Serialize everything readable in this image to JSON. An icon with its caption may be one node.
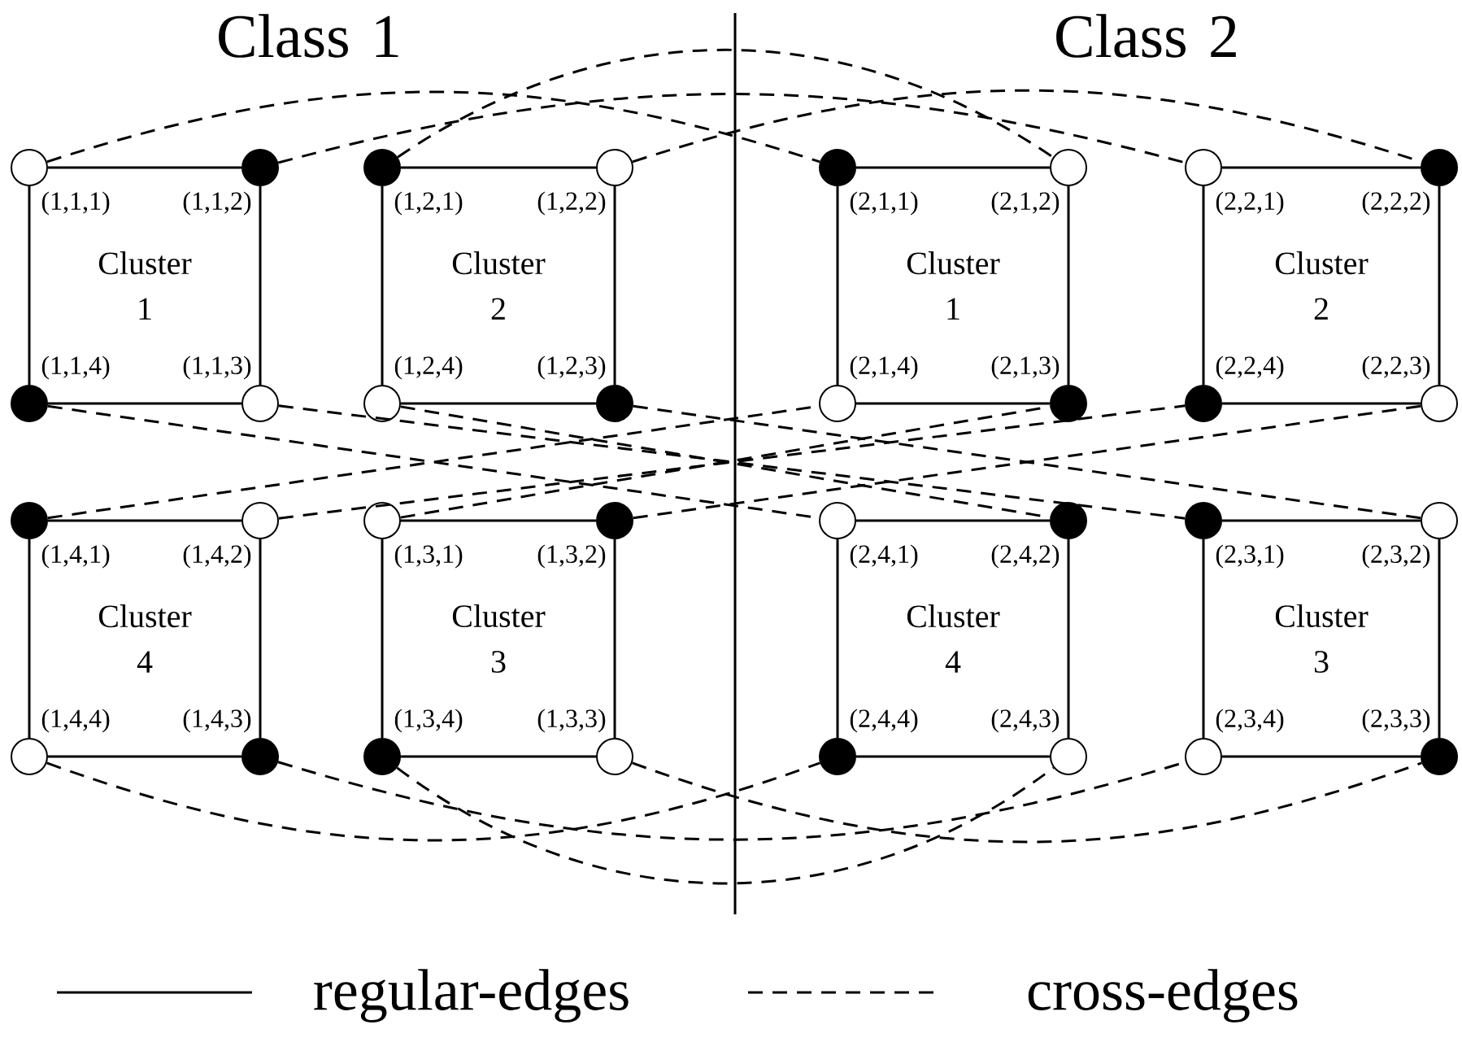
{
  "diagram": {
    "nodes": [
      {
        "text": [],
        "shape": "circle",
        "beside": [
          "(1,1,1)"
        ]
      },
      {
        "text": [],
        "shape": "circle",
        "beside": [
          "(1,1,2)"
        ]
      },
      {
        "text": [],
        "shape": "circle",
        "beside": [
          "(1,2,1)"
        ]
      },
      {
        "text": [],
        "shape": "circle",
        "beside": [
          "(1,2,2)"
        ]
      },
      {
        "text": [],
        "shape": "circle",
        "beside": [
          "(2,1,1)"
        ]
      },
      {
        "text": [],
        "shape": "circle",
        "beside": [
          "(2,1,2)"
        ]
      },
      {
        "text": [],
        "shape": "circle",
        "beside": [
          "(2,2,1)"
        ]
      },
      {
        "text": [],
        "shape": "circle",
        "beside": [
          "(2,2,2)"
        ]
      },
      {
        "text": [],
        "shape": "circle",
        "beside": [
          "(1,1,4)"
        ]
      },
      {
        "text": [],
        "shape": "circle",
        "beside": [
          "(1,1,3)"
        ]
      },
      {
        "text": [],
        "shape": "circle",
        "beside": [
          "(1,2,4)"
        ]
      },
      {
        "text": [],
        "shape": "circle",
        "beside": [
          "(1,2,3)"
        ]
      },
      {
        "text": [],
        "shape": "circle",
        "beside": [
          "(2,1,4)"
        ]
      },
      {
        "text": [],
        "shape": "circle",
        "beside": [
          "(2,1,3)"
        ]
      },
      {
        "text": [],
        "shape": "circle",
        "beside": [
          "(2,2,4)"
        ]
      },
      {
        "text": [],
        "shape": "circle",
        "beside": [
          "(2,2,3)"
        ]
      },
      {
        "text": [],
        "shape": "circle",
        "beside": [
          "(1,4,1)"
        ]
      },
      {
        "text": [],
        "shape": "circle",
        "beside": [
          "(1,4,2)"
        ]
      },
      {
        "text": [],
        "shape": "circle",
        "beside": [
          "(1,3,1)"
        ]
      },
      {
        "text": [],
        "shape": "circle",
        "beside": [
          "(1,3,2)"
        ]
      },
      {
        "text": [],
        "shape": "circle",
        "beside": [
          "(2,4,1)"
        ]
      },
      {
        "text": [],
        "shape": "circle",
        "beside": [
          "(2,4,2)"
        ]
      },
      {
        "text": [],
        "shape": "circle",
        "beside": [
          "(2,3,1)"
        ]
      },
      {
        "text": [],
        "shape": "circle",
        "beside": [
          "(2,3,2)"
        ]
      },
      {
        "text": [],
        "shape": "circle",
        "beside": [
          "(1,4,4)"
        ]
      },
      {
        "text": [],
        "shape": "circle",
        "beside": [
          "(1,4,3)"
        ]
      },
      {
        "text": [],
        "shape": "circle",
        "beside": [
          "(1,3,4)"
        ]
      },
      {
        "text": [],
        "shape": "circle",
        "beside": [
          "(1,3,3)"
        ]
      },
      {
        "text": [],
        "shape": "circle",
        "beside": [
          "(2,4,4)"
        ]
      },
      {
        "text": [],
        "shape": "circle",
        "beside": [
          "(2,4,3)"
        ]
      },
      {
        "text": [],
        "shape": "circle",
        "beside": [
          "(2,3,4)"
        ]
      },
      {
        "text": [],
        "shape": "circle",
        "beside": [
          "(2,3,3)"
        ]
      }
    ],
    "edges": [
      {
        "from": 0,
        "to": 1,
        "arrow": "none"
      },
      {
        "from": 1,
        "to": 9,
        "arrow": "none"
      },
      {
        "from": 9,
        "to": 8,
        "arrow": "none"
      },
      {
        "from": 8,
        "to": 0,
        "arrow": "none"
      },
      {
        "from": 2,
        "to": 3,
        "arrow": "none"
      },
      {
        "from": 3,
        "to": 11,
        "arrow": "none"
      },
      {
        "from": 11,
        "to": 10,
        "arrow": "none"
      },
      {
        "from": 10,
        "to": 2,
        "arrow": "none"
      },
      {
        "from": 4,
        "to": 5,
        "arrow": "none"
      },
      {
        "from": 5,
        "to": 13,
        "arrow": "none"
      },
      {
        "from": 13,
        "to": 12,
        "arrow": "none"
      },
      {
        "from": 12,
        "to": 4,
        "arrow": "none"
      },
      {
        "from": 6,
        "to": 7,
        "arrow": "none"
      },
      {
        "from": 7,
        "to": 15,
        "arrow": "none"
      },
      {
        "from": 15,
        "to": 14,
        "arrow": "none"
      },
      {
        "from": 14,
        "to": 6,
        "arrow": "none"
      },
      {
        "from": 16,
        "to": 17,
        "arrow": "none"
      },
      {
        "from": 17,
        "to": 25,
        "arrow": "none"
      },
      {
        "from": 25,
        "to": 24,
        "arrow": "none"
      },
      {
        "from": 24,
        "to": 16,
        "arrow": "none"
      },
      {
        "from": 18,
        "to": 19,
        "arrow": "none"
      },
      {
        "from": 19,
        "to": 27,
        "arrow": "none"
      },
      {
        "from": 27,
        "to": 26,
        "arrow": "none"
      },
      {
        "from": 26,
        "to": 18,
        "arrow": "none"
      },
      {
        "from": 20,
        "to": 21,
        "arrow": "none"
      },
      {
        "from": 21,
        "to": 29,
        "arrow": "none"
      },
      {
        "from": 29,
        "to": 28,
        "arrow": "none"
      },
      {
        "from": 28,
        "to": 20,
        "arrow": "none"
      },
      {
        "from": 22,
        "to": 23,
        "arrow": "none"
      },
      {
        "from": 23,
        "to": 31,
        "arrow": "none"
      },
      {
        "from": 31,
        "to": 30,
        "arrow": "none"
      },
      {
        "from": 30,
        "to": 22,
        "arrow": "none"
      },
      {
        "from": 0,
        "to": 4,
        "arrow": "none",
        "style": "dashed"
      },
      {
        "from": 1,
        "to": 6,
        "arrow": "none",
        "style": "dashed"
      },
      {
        "from": 2,
        "to": 5,
        "arrow": "none",
        "style": "dashed"
      },
      {
        "from": 3,
        "to": 7,
        "arrow": "none",
        "style": "dashed"
      },
      {
        "from": 8,
        "to": 20,
        "arrow": "none",
        "style": "dashed"
      },
      {
        "from": 9,
        "to": 22,
        "arrow": "none",
        "style": "dashed"
      },
      {
        "from": 10,
        "to": 21,
        "arrow": "none",
        "style": "dashed"
      },
      {
        "from": 11,
        "to": 23,
        "arrow": "none",
        "style": "dashed"
      },
      {
        "from": 16,
        "to": 12,
        "arrow": "none",
        "style": "dashed"
      },
      {
        "from": 17,
        "to": 14,
        "arrow": "none",
        "style": "dashed"
      },
      {
        "from": 18,
        "to": 13,
        "arrow": "none",
        "style": "dashed"
      },
      {
        "from": 19,
        "to": 15,
        "arrow": "none",
        "style": "dashed"
      },
      {
        "from": 24,
        "to": 28,
        "arrow": "none",
        "style": "dashed"
      },
      {
        "from": 25,
        "to": 30,
        "arrow": "none",
        "style": "dashed"
      },
      {
        "from": 26,
        "to": 29,
        "arrow": "none",
        "style": "dashed"
      },
      {
        "from": 27,
        "to": 31,
        "arrow": "none",
        "style": "dashed"
      }
    ],
    "labels": [
      "Class 1",
      "Class 2",
      "Cluster 1",
      "Cluster 2",
      "Cluster 1",
      "Cluster 2",
      "Cluster 4",
      "Cluster 3",
      "Cluster 4",
      "Cluster 3"
    ],
    "legend": [
      {
        "text": "regular-edges"
      },
      {
        "text": "cross-edges"
      }
    ]
  }
}
